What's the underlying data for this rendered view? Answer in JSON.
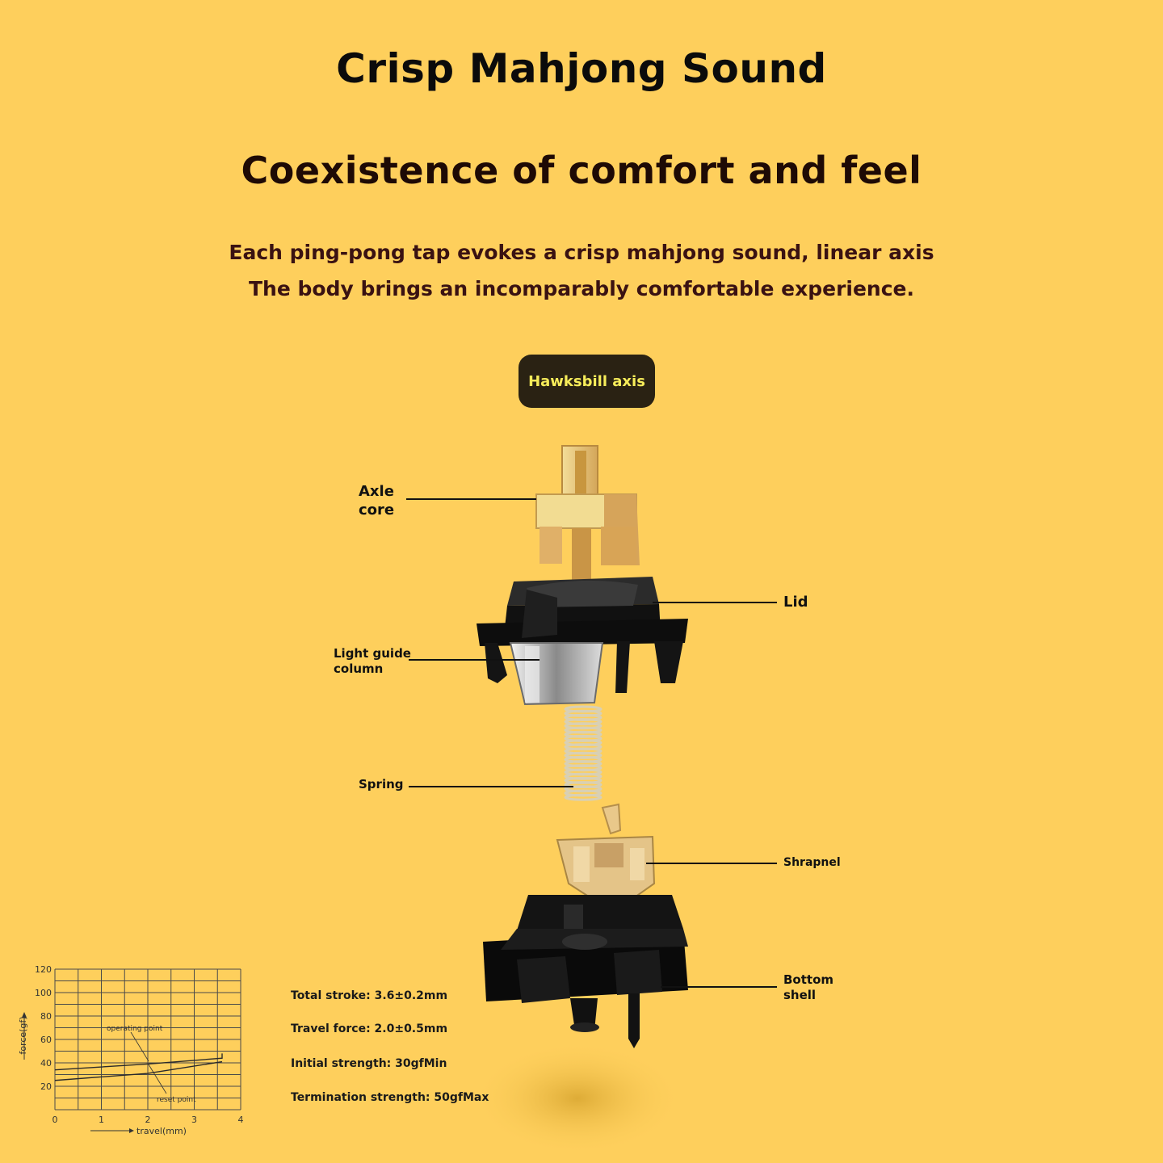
{
  "headings": {
    "title": "Crisp Mahjong Sound",
    "subtitle": "Coexistence of comfort and feel",
    "desc_line1": "Each ping-pong tap evokes a crisp mahjong sound, linear axis",
    "desc_line2": "The body brings an incomparably comfortable experience."
  },
  "badge": {
    "label": "Hawksbill axis"
  },
  "parts": {
    "axle_core": "Axle\ncore",
    "lid": "Lid",
    "light_guide": "Light guide\ncolumn",
    "spring": "Spring",
    "shrapnel": "Shrapnel",
    "bottom_shell": "Bottom\nshell"
  },
  "specs": {
    "total_stroke": "Total stroke: 3.6±0.2mm",
    "travel_force": "Travel force: 2.0±0.5mm",
    "initial_strength": "Initial strength: 30gfMin",
    "termination_strength": "Termination strength: 50gfMax"
  },
  "colors": {
    "background": "#fecf5c",
    "badge_bg": "#2a2213",
    "badge_text": "#f6ec5a",
    "stem": "#e8c37a",
    "housing": "#111111"
  },
  "chart_data": {
    "type": "line",
    "xlabel": "travel(mm)",
    "ylabel": "force(gf)",
    "xlim": [
      0,
      4
    ],
    "ylim": [
      0,
      120
    ],
    "x_ticks": [
      "0",
      "1",
      "2",
      "3",
      "4"
    ],
    "y_ticks": [
      "20",
      "40",
      "60",
      "80",
      "100",
      "120"
    ],
    "grid": true,
    "annotations": [
      "operating point",
      "reset point"
    ],
    "series": [
      {
        "x": [
          0,
          2,
          3.6,
          3.6
        ],
        "y": [
          34,
          39,
          44,
          48
        ]
      },
      {
        "x": [
          0,
          2,
          3.6
        ],
        "y": [
          25,
          31,
          41
        ]
      }
    ]
  }
}
